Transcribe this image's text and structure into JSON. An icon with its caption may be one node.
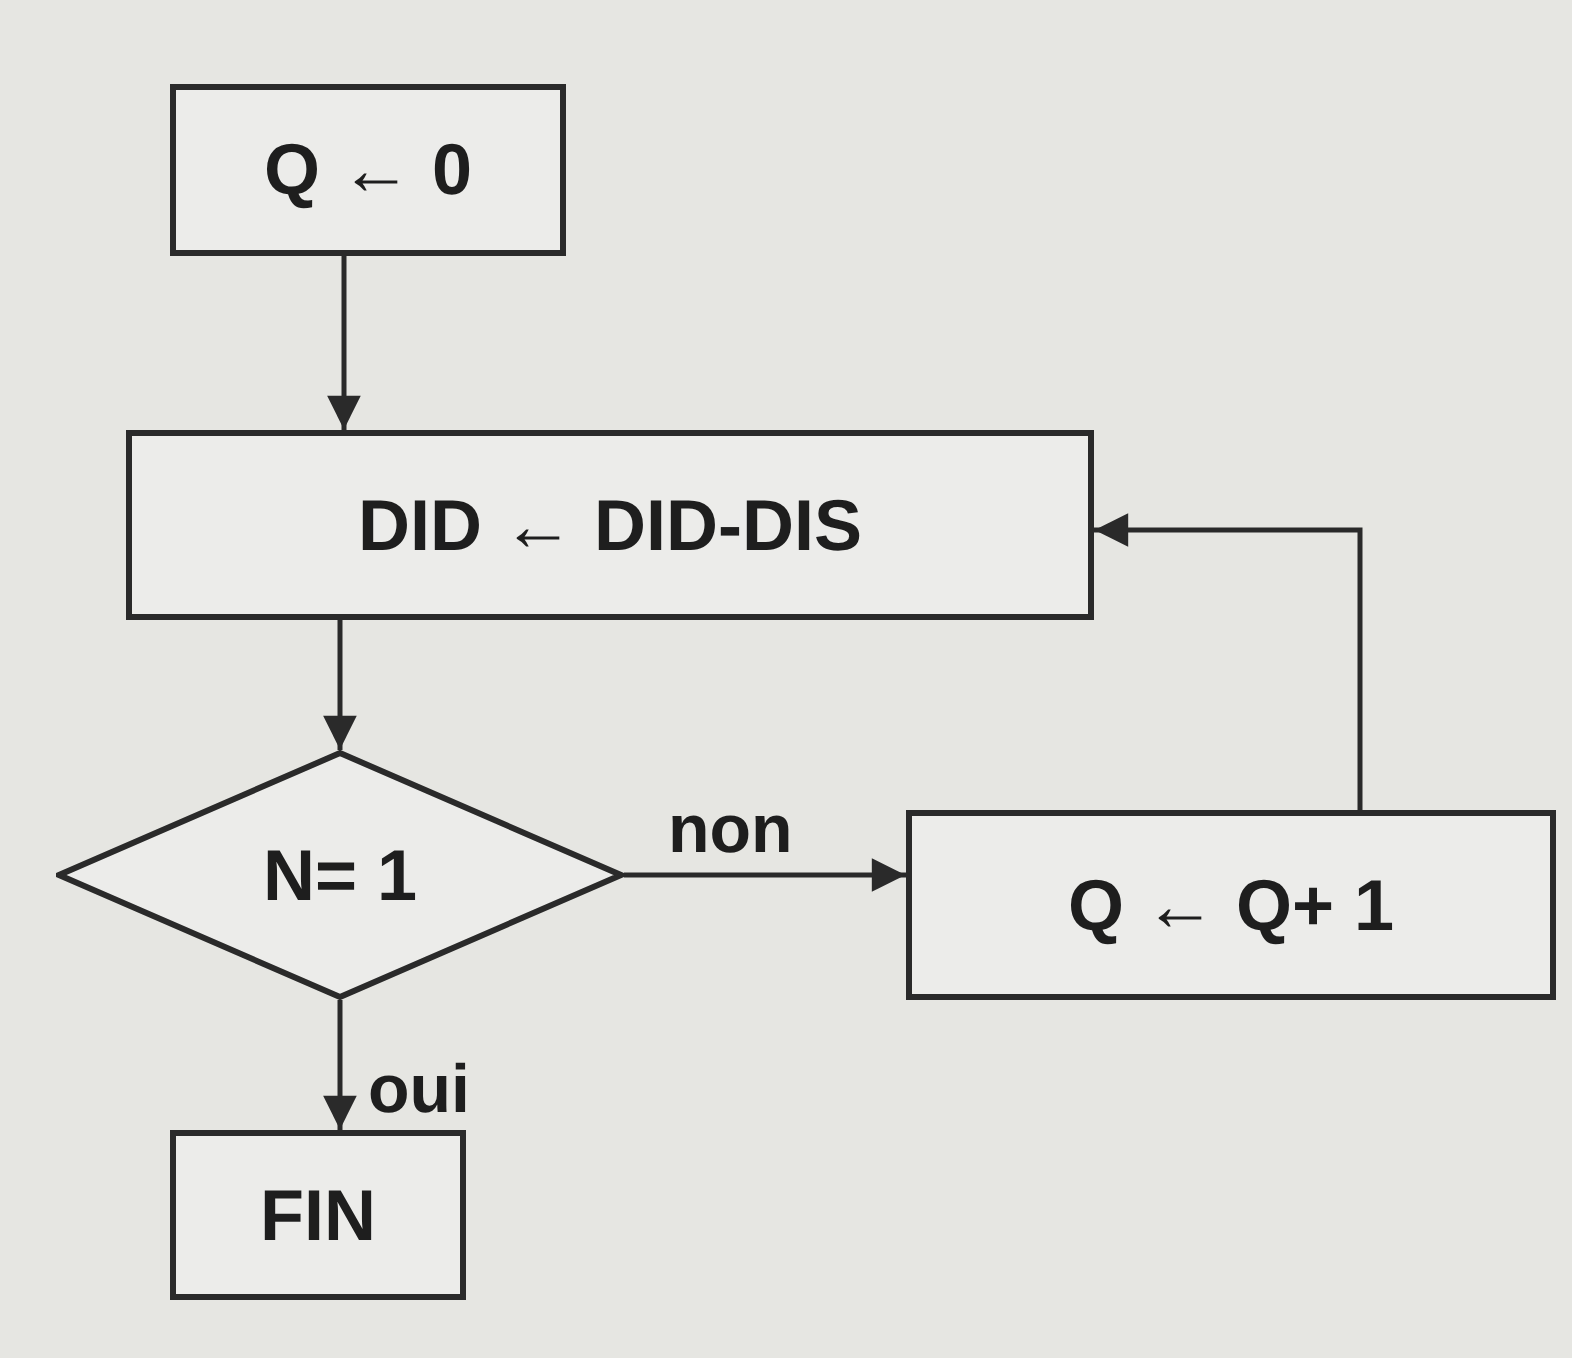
{
  "diagram": {
    "nodes": [
      {
        "text": [
          "Q ← 0"
        ]
      },
      {
        "text": [
          "DID ← DID-DIS"
        ]
      },
      {
        "text": [
          "N= 1"
        ]
      },
      {
        "text": [
          "Q ← Q+ 1"
        ]
      },
      {
        "text": [
          "FIN"
        ]
      }
    ],
    "edges": [
      {
        "from": 0,
        "to": 1,
        "arrow": "to"
      },
      {
        "from": 1,
        "to": 2,
        "arrow": "to"
      },
      {
        "from": 2,
        "to": 3,
        "arrow": "to",
        "label": "non"
      },
      {
        "from": 3,
        "to": 1,
        "arrow": "to"
      },
      {
        "from": 2,
        "to": 4,
        "arrow": "to",
        "label": "oui"
      }
    ]
  }
}
